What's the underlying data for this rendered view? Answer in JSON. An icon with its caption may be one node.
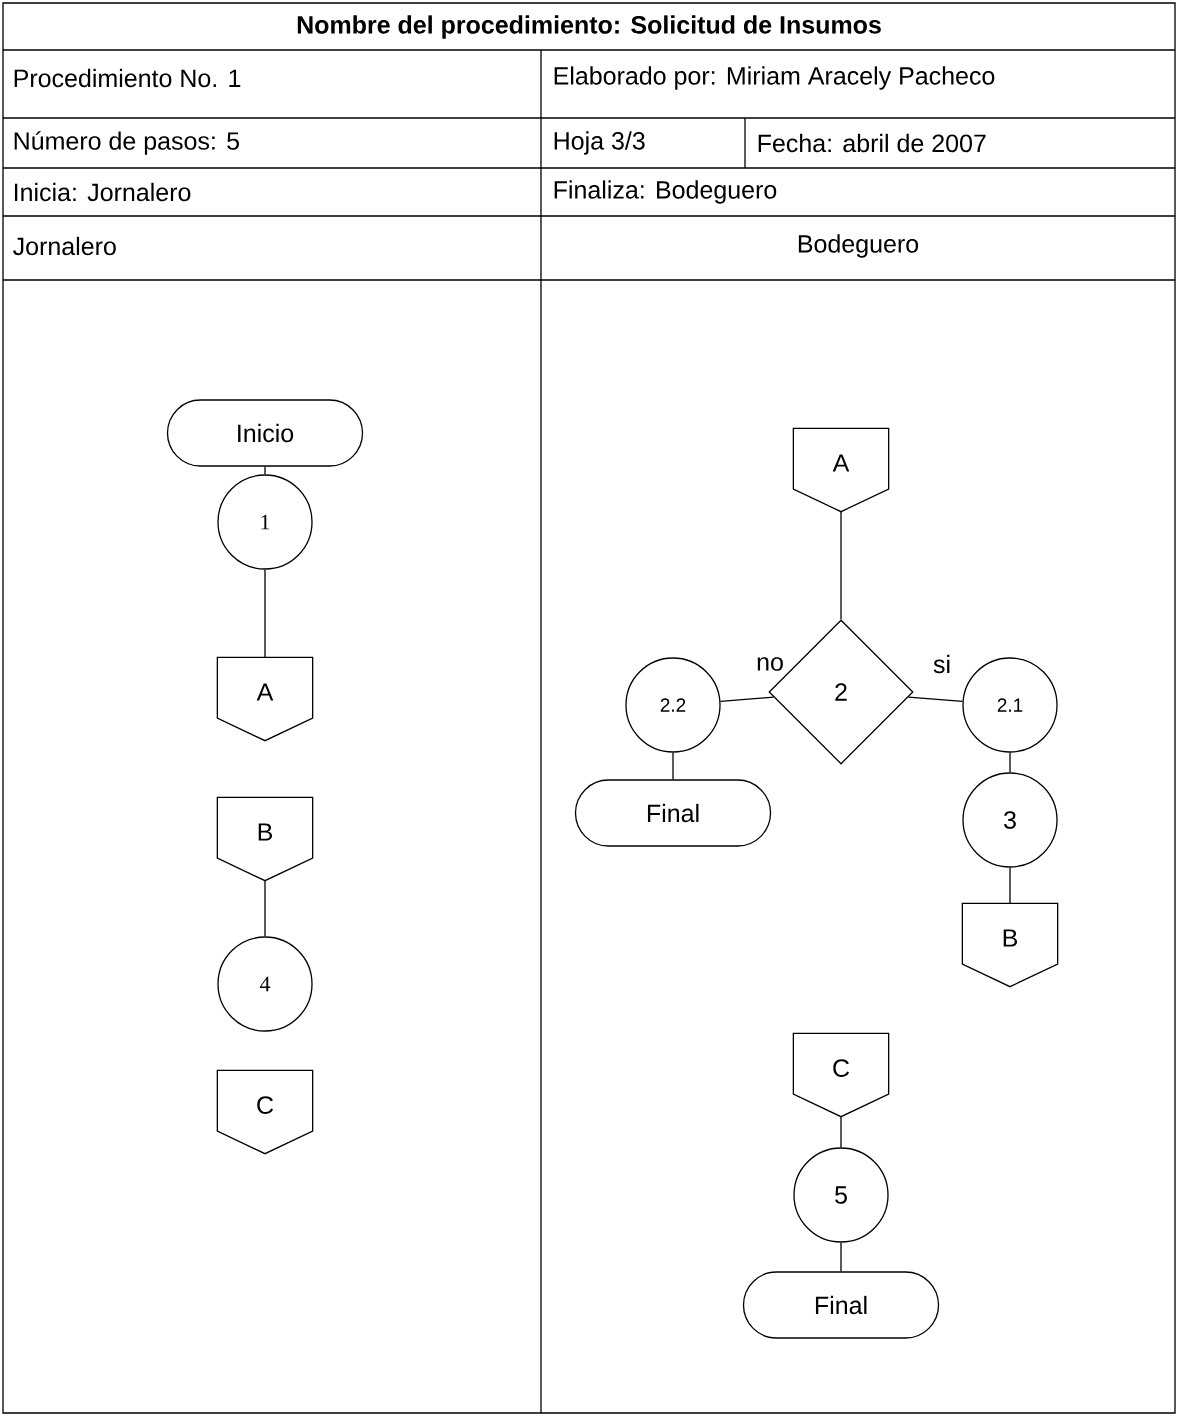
{
  "diagram": {
    "title": "Nombre del procedimiento: Solicitud de Insumos",
    "nodes": [
      {
        "text": [
          "Inicio"
        ]
      },
      {
        "text": [
          "1"
        ]
      },
      {
        "text": [
          "A"
        ]
      },
      {
        "text": [
          "B"
        ]
      },
      {
        "text": [
          "4"
        ]
      },
      {
        "text": [
          "C"
        ]
      },
      {
        "text": [
          "A"
        ]
      },
      {
        "text": [
          "2"
        ]
      },
      {
        "text": [
          "2.2"
        ]
      },
      {
        "text": [
          "Final"
        ]
      },
      {
        "text": [
          "2.1"
        ]
      },
      {
        "text": [
          "3"
        ]
      },
      {
        "text": [
          "B"
        ]
      },
      {
        "text": [
          "C"
        ]
      },
      {
        "text": [
          "5"
        ]
      },
      {
        "text": [
          "Final"
        ]
      }
    ],
    "edges": [
      {
        "from": 0,
        "to": 1,
        "arrow": "none"
      },
      {
        "from": 1,
        "to": 2,
        "arrow": "none"
      },
      {
        "from": 3,
        "to": 4,
        "arrow": "none"
      },
      {
        "from": 6,
        "to": 7,
        "arrow": "none"
      },
      {
        "from": 7,
        "to": 8,
        "arrow": "none",
        "label": "no"
      },
      {
        "from": 7,
        "to": 10,
        "arrow": "none",
        "label": "si"
      },
      {
        "from": 8,
        "to": 9,
        "arrow": "none"
      },
      {
        "from": 10,
        "to": 11,
        "arrow": "none"
      },
      {
        "from": 11,
        "to": 12,
        "arrow": "none"
      },
      {
        "from": 13,
        "to": 14,
        "arrow": "none"
      },
      {
        "from": 14,
        "to": 15,
        "arrow": "none"
      }
    ],
    "labels": [
      "Procedimiento No. 1",
      "Elaborado por: Miriam Aracely Pacheco",
      "Número de pasos: 5",
      "Hoja 3/3",
      "Fecha:  abril de 2007",
      "Inicia: Jornalero",
      "Finaliza: Bodeguero",
      "Jornalero",
      "Bodeguero"
    ]
  }
}
